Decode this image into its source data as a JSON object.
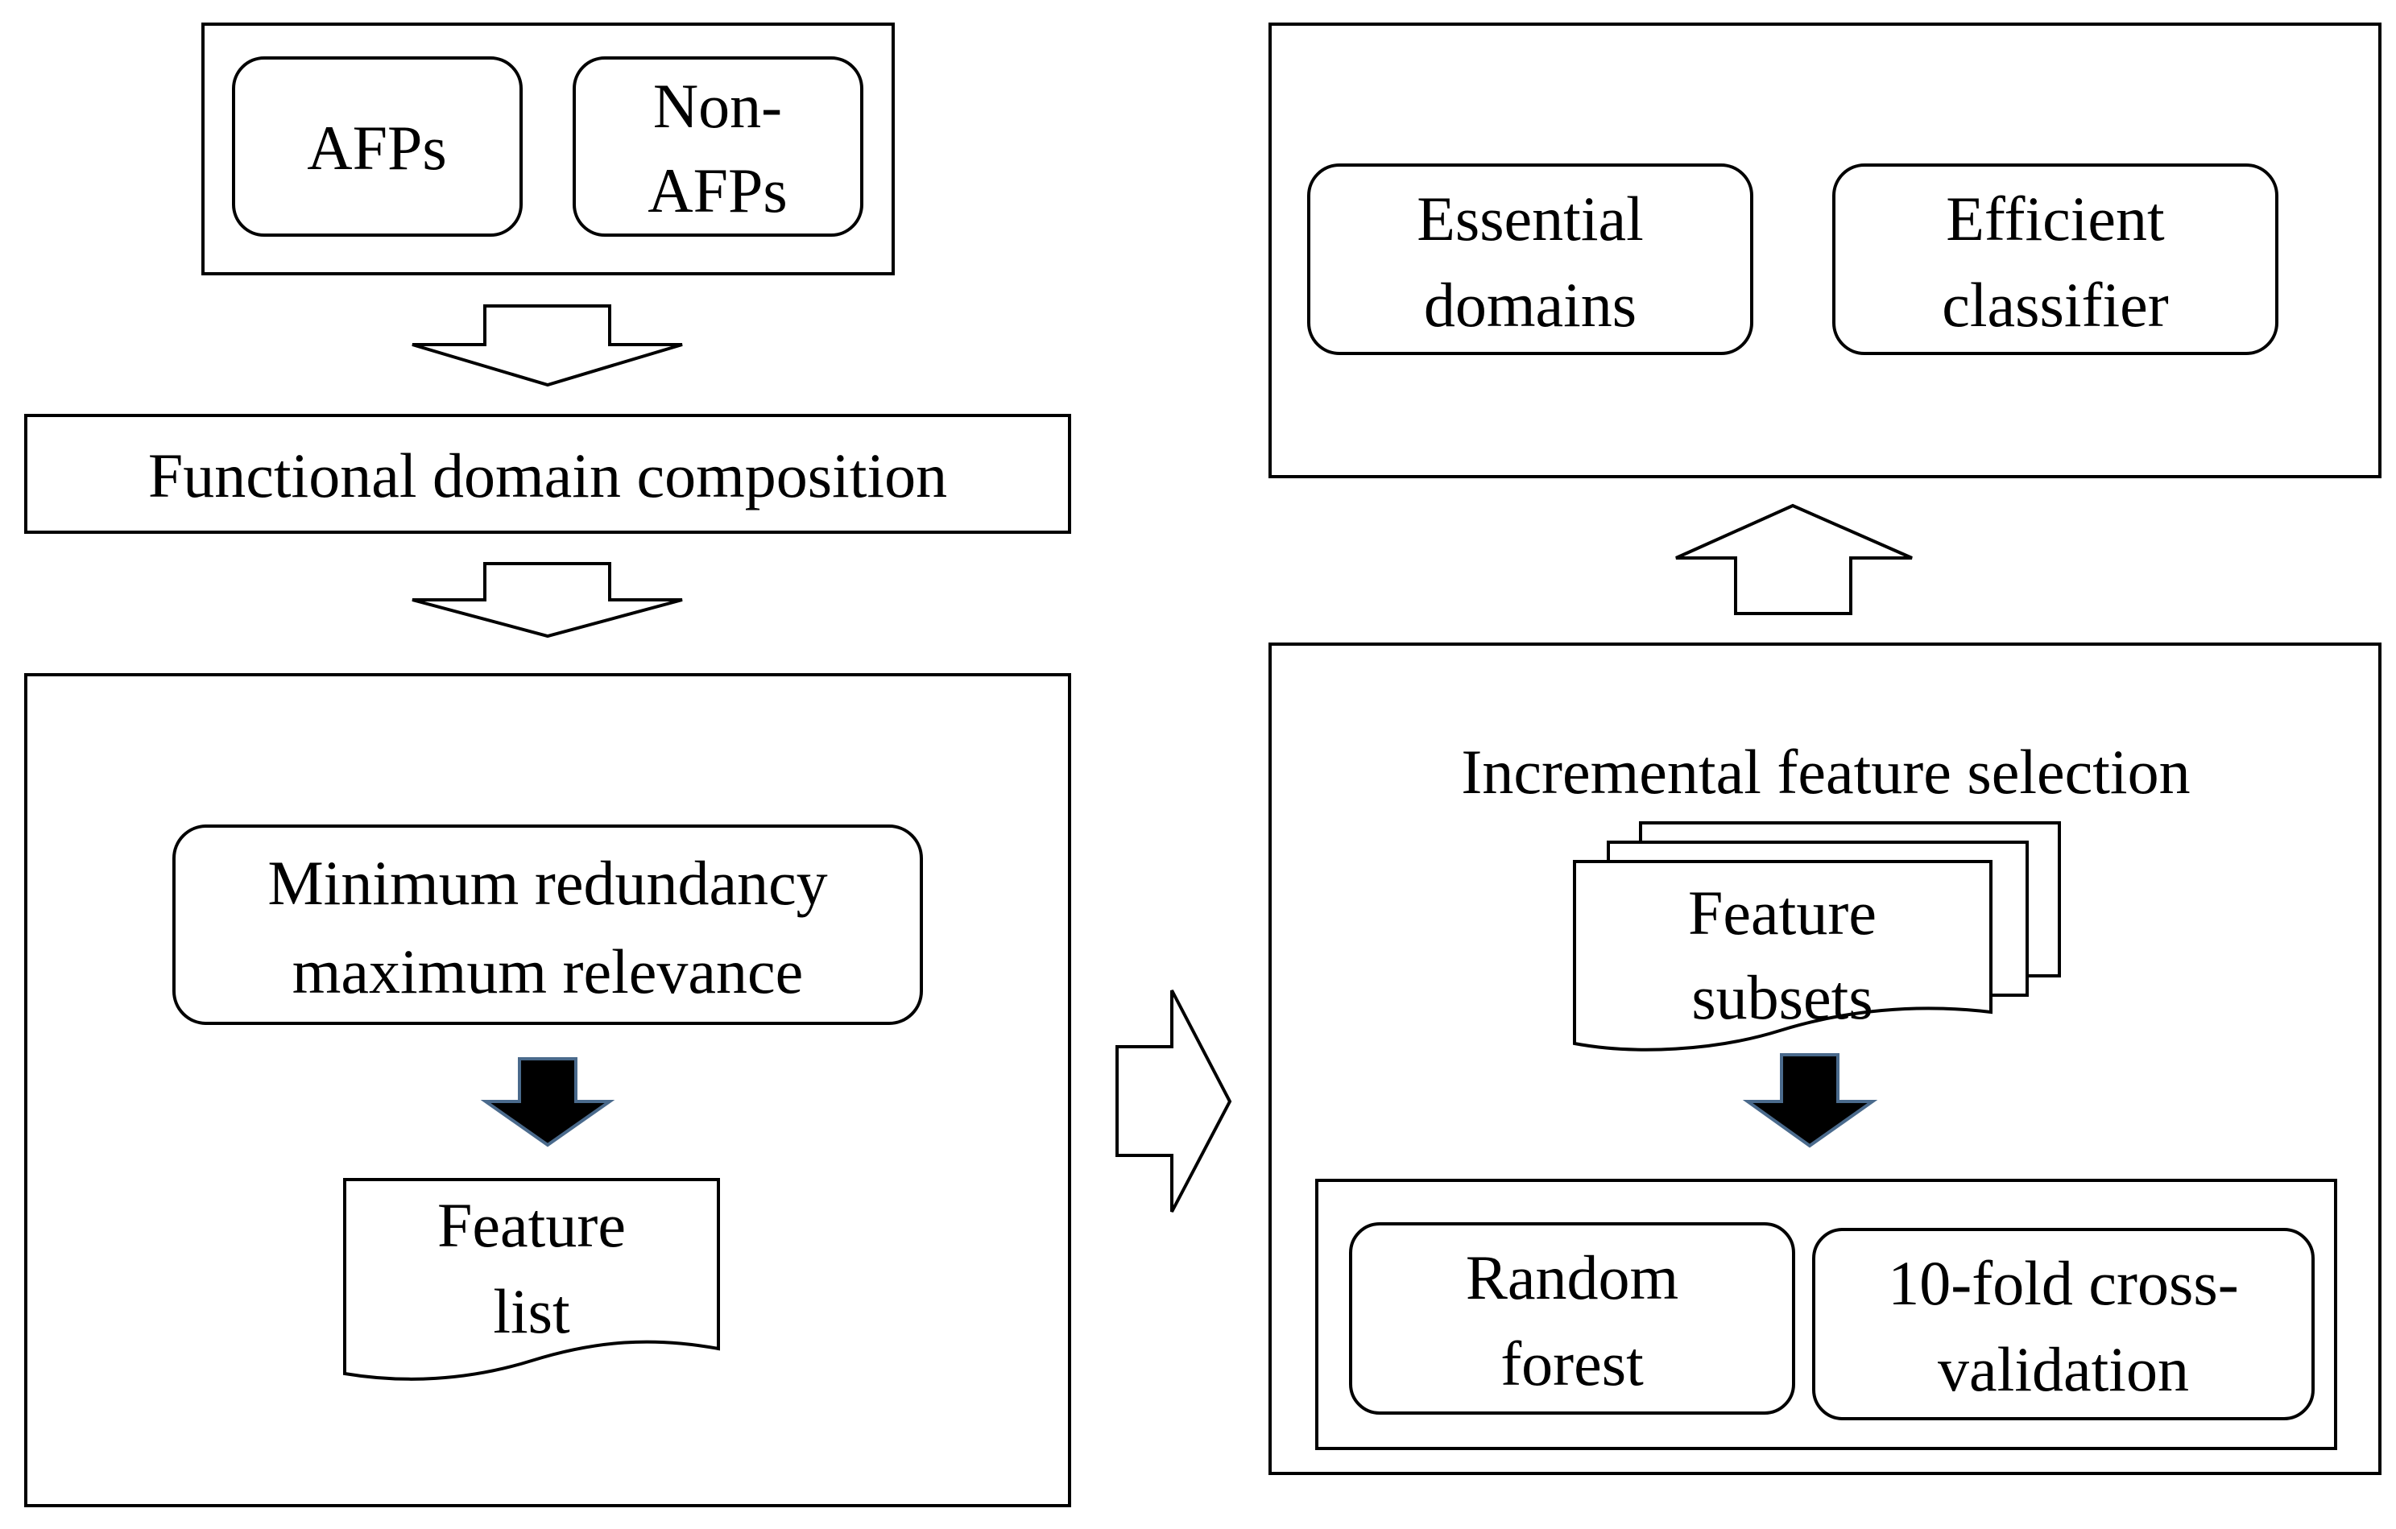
{
  "input": {
    "afps": "AFPs",
    "non_afps": [
      "Non-",
      "AFPs"
    ]
  },
  "composition": {
    "label": "Functional domain composition"
  },
  "mrmr": {
    "method": [
      "Minimum redundancy",
      "maximum relevance"
    ],
    "feature_list": [
      "Feature",
      "list"
    ]
  },
  "ifs": {
    "title": "Incremental feature selection",
    "feature_subsets": [
      "Feature",
      "subsets"
    ],
    "random_forest": [
      "Random",
      "forest"
    ],
    "cross_validation": [
      "10-fold cross-",
      "validation"
    ]
  },
  "output": {
    "essential_domains": [
      "Essential",
      "domains"
    ],
    "efficient_classifier": [
      "Efficient",
      "classifier"
    ]
  },
  "colors": {
    "stroke": "#000000",
    "background": "#ffffff",
    "solid_arrow_fill": "#000000",
    "solid_arrow_edge": "#4a6a8c"
  }
}
